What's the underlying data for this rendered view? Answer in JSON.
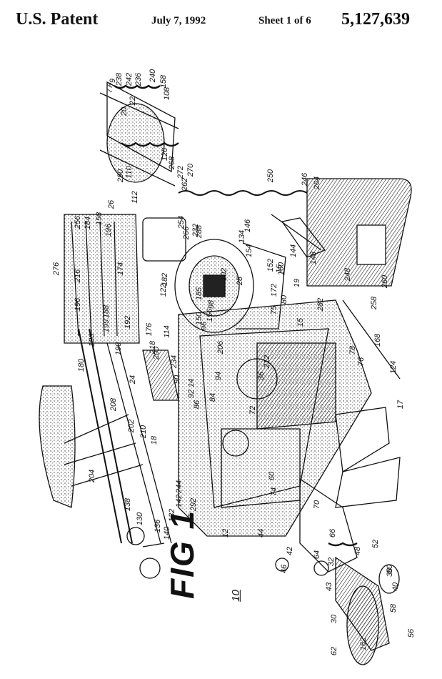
{
  "header": {
    "title": "U.S. Patent",
    "date": "July 7, 1992",
    "sheet": "Sheet 1 of 6",
    "patent_number": "5,127,639"
  },
  "figure": {
    "label": "FIG 1",
    "main_ref": "10",
    "line_color": "#111111",
    "hatch_color": "#333333",
    "refs": [
      "238",
      "242",
      "236",
      "240",
      "158",
      "108",
      "22",
      "20",
      "79",
      "77",
      "110",
      "290",
      "126",
      "268",
      "272",
      "270",
      "262",
      "250",
      "246",
      "264",
      "112",
      "26",
      "258",
      "248",
      "260",
      "256",
      "184",
      "198",
      "196",
      "216",
      "276",
      "174",
      "186",
      "188",
      "180",
      "196",
      "199",
      "190",
      "192",
      "176",
      "218",
      "200",
      "234",
      "90",
      "14",
      "92",
      "86",
      "84",
      "94",
      "206",
      "24",
      "208",
      "202",
      "210",
      "18",
      "204",
      "138",
      "130",
      "136",
      "140",
      "132",
      "142",
      "244",
      "292",
      "11",
      "12",
      "44",
      "46",
      "42",
      "43",
      "30",
      "48",
      "50",
      "58",
      "56",
      "162",
      "62",
      "32",
      "64",
      "66",
      "52",
      "38",
      "40",
      "70",
      "74",
      "60",
      "72",
      "36",
      "212",
      "282",
      "80",
      "75",
      "78",
      "76",
      "168",
      "124",
      "17",
      "15",
      "19",
      "160",
      "154",
      "152",
      "146",
      "134",
      "16",
      "172",
      "144",
      "148",
      "150",
      "156",
      "98",
      "96",
      "28",
      "102",
      "114",
      "122",
      "185",
      "182",
      "232",
      "288",
      "266",
      "254"
    ]
  }
}
